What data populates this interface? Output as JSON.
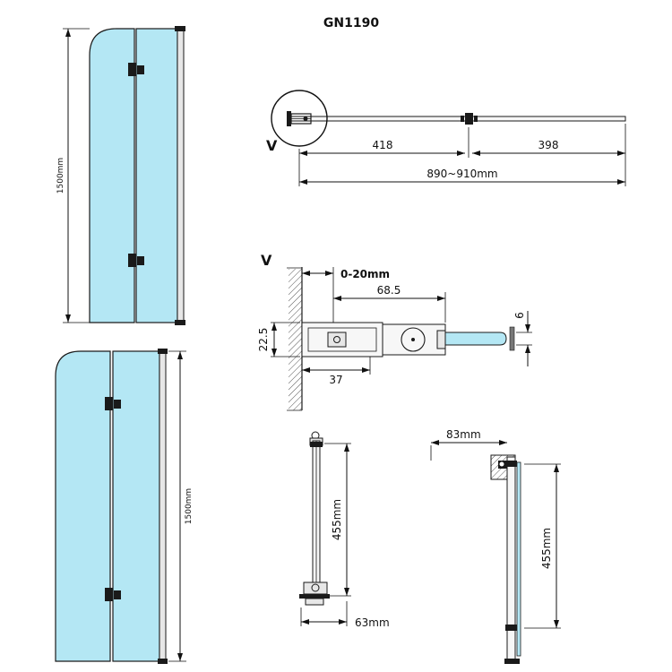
{
  "title": "GN1190",
  "colors": {
    "glass": "#b4e7f4",
    "line": "#111111"
  },
  "front_view_top": {
    "height": "1500mm"
  },
  "plan_view": {
    "detail_mark": "V",
    "left_width": "418",
    "right_width": "398",
    "total_width": "890~910mm"
  },
  "detail_view": {
    "mark": "V",
    "adjust_range": "0-20mm",
    "profile_width": "68.5",
    "profile_depth": "22.5",
    "inner_width": "37",
    "glass_thickness": "6"
  },
  "front_view_bottom": {
    "height": "1500mm"
  },
  "side_view_left": {
    "hinge_spacing": "455mm",
    "bottom_offset": "63mm"
  },
  "side_view_right": {
    "top_offset": "83mm",
    "hinge_spacing": "455mm"
  }
}
